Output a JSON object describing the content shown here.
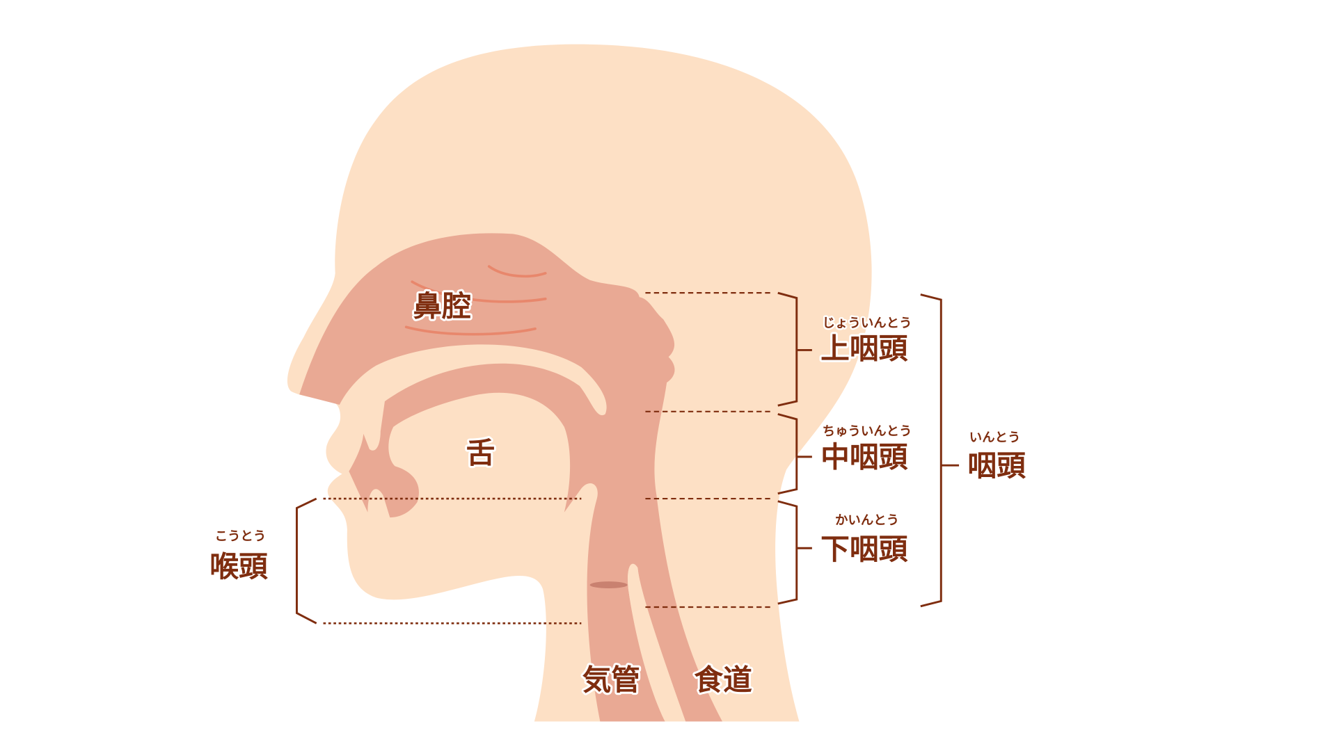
{
  "colors": {
    "skin": "#fde0c5",
    "tissue": "#e9a994",
    "concha": "#e8876c",
    "label": "#7f2d0f"
  },
  "labels": {
    "nasal_cavity": "鼻腔",
    "tongue": "舌",
    "trachea": "気管",
    "esophagus": "食道",
    "epipharynx": {
      "text": "上咽頭",
      "reading": "じょういんとう"
    },
    "mesopharynx": {
      "text": "中咽頭",
      "reading": "ちゅういんとう"
    },
    "hypopharynx": {
      "text": "下咽頭",
      "reading": "かいんとう"
    },
    "pharynx": {
      "text": "咽頭",
      "reading": "いんとう"
    },
    "larynx": {
      "text": "喉頭",
      "reading": "こうとう"
    }
  }
}
